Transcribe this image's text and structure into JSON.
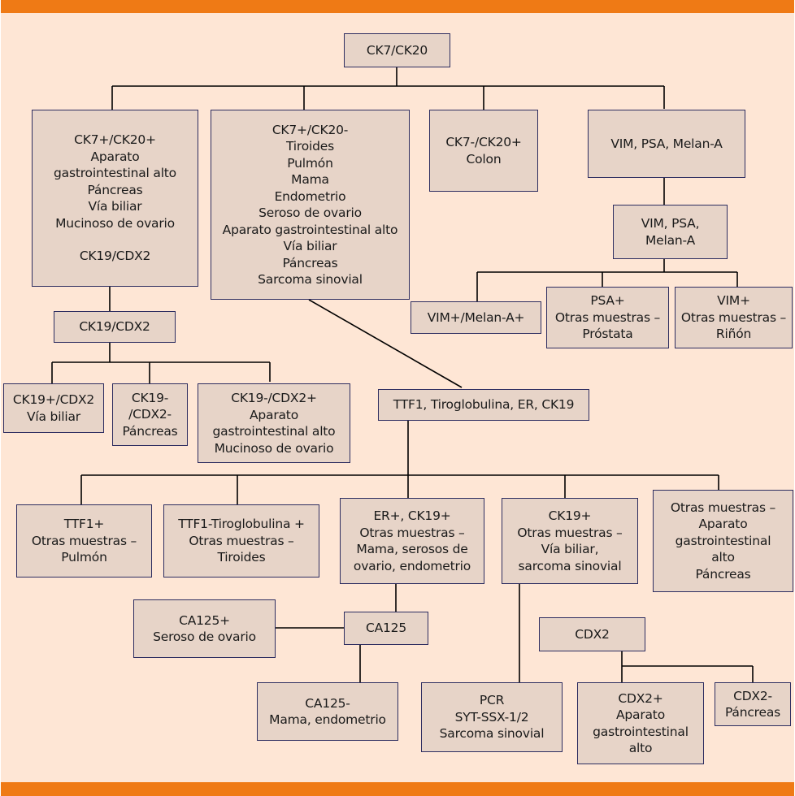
{
  "colors": {
    "background": "#fee6d5",
    "box_fill": "#e7d4c8",
    "box_border": "#2d2d60",
    "accent_bar": "#ef7a15",
    "connector": "#000000"
  },
  "nodes": {
    "root": [
      "CK7/CK20"
    ],
    "ck7pos_ck20pos": [
      "CK7+/CK20+",
      "Aparato",
      "gastrointestinal alto",
      "Páncreas",
      "Vía biliar",
      "Mucinoso de ovario",
      "",
      "CK19/CDX2"
    ],
    "ck7pos_ck20neg": [
      "CK7+/CK20-",
      "Tiroides",
      "Pulmón",
      "Mama",
      "Endometrio",
      "Seroso de ovario",
      "Aparato gastrointestinal alto",
      "Vía biliar",
      "Páncreas",
      "Sarcoma sinovial"
    ],
    "ck7neg_ck20pos": [
      "CK7-/CK20+",
      "Colon"
    ],
    "vim_psa_melan_top": [
      "VIM, PSA, Melan-A"
    ],
    "vim_psa_melan_mid": [
      "VIM, PSA,",
      "Melan-A"
    ],
    "vim_melan_pos": [
      "VIM+/Melan-A+"
    ],
    "psa_pos": [
      "PSA+",
      "Otras muestras –",
      "Próstata"
    ],
    "vim_pos": [
      "VIM+",
      "Otras muestras –",
      "Riñón"
    ],
    "ck19_cdx2": [
      "CK19/CDX2"
    ],
    "ck19pos_cdx2": [
      "CK19+/CDX2",
      "Vía biliar"
    ],
    "ck19neg_cdx2neg": [
      "CK19-",
      "/CDX2-",
      "Páncreas"
    ],
    "ck19neg_cdx2pos": [
      "CK19-/CDX2+",
      "Aparato",
      "gastrointestinal alto",
      "Mucinoso de ovario"
    ],
    "ttf1_panel": [
      "TTF1, Tiroglobulina, ER, CK19"
    ],
    "ttf1_pos": [
      "TTF1+",
      "Otras muestras –",
      "Pulmón"
    ],
    "ttf1neg_tiro_pos": [
      "TTF1-Tiroglobulina +",
      "Otras muestras –",
      "Tiroides"
    ],
    "er_ck19_pos": [
      "ER+, CK19+",
      "Otras muestras –",
      "Mama, serosos de",
      "ovario, endometrio"
    ],
    "ck19_pos_other": [
      "CK19+",
      "Otras muestras –",
      "Vía biliar,",
      "sarcoma sinovial"
    ],
    "otras_gi_pancreas": [
      "Otras muestras –",
      "Aparato",
      "gastrointestinal",
      "alto",
      "Páncreas"
    ],
    "ca125_pos": [
      "CA125+",
      "Seroso de ovario"
    ],
    "ca125": [
      "CA125"
    ],
    "ca125_neg": [
      "CA125-",
      "Mama, endometrio"
    ],
    "pcr": [
      "PCR",
      "SYT-SSX-1/2",
      "Sarcoma sinovial"
    ],
    "cdx2": [
      "CDX2"
    ],
    "cdx2_pos": [
      "CDX2+",
      "Aparato",
      "gastrointestinal",
      "alto"
    ],
    "cdx2_neg": [
      "CDX2-",
      "Páncreas"
    ]
  }
}
